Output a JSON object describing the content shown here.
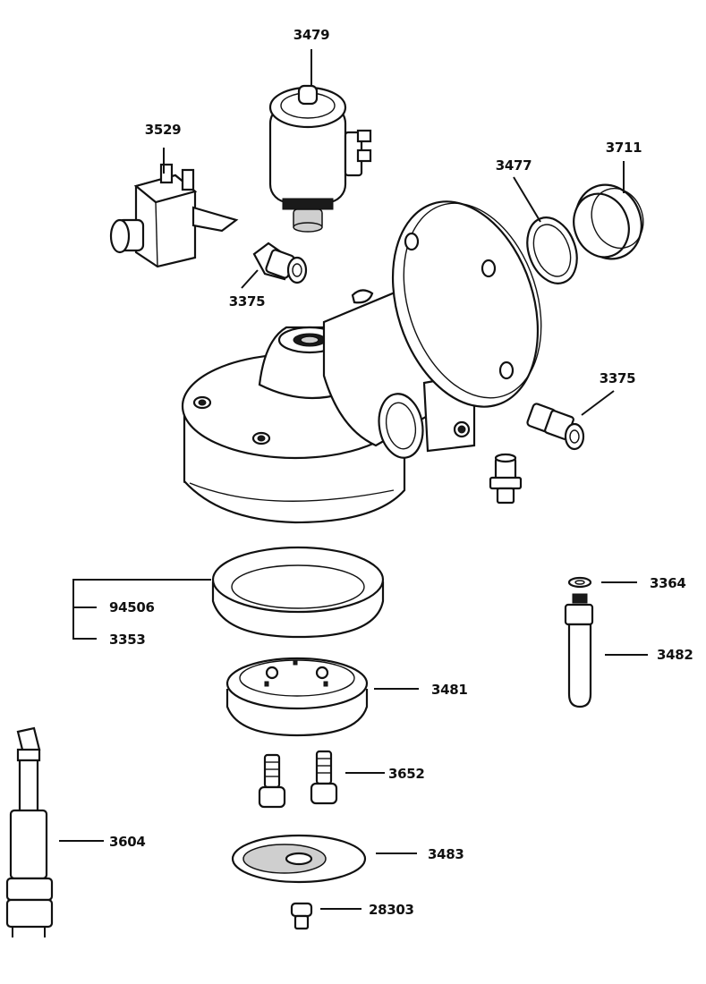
{
  "callouts": [
    {
      "id": "c3479",
      "text": "3479"
    },
    {
      "id": "c3529",
      "text": "3529"
    },
    {
      "id": "c3477",
      "text": "3477"
    },
    {
      "id": "c3711",
      "text": "3711"
    },
    {
      "id": "c3375a",
      "text": "3375"
    },
    {
      "id": "c3375b",
      "text": "3375"
    },
    {
      "id": "c94506",
      "text": "94506"
    },
    {
      "id": "c3353",
      "text": "3353"
    },
    {
      "id": "c3364",
      "text": "3364"
    },
    {
      "id": "c3482",
      "text": "3482"
    },
    {
      "id": "c3481",
      "text": "3481"
    },
    {
      "id": "c3652",
      "text": "3652"
    },
    {
      "id": "c3604",
      "text": "3604"
    },
    {
      "id": "c3483",
      "text": "3483"
    },
    {
      "id": "c28303",
      "text": "28303"
    }
  ]
}
